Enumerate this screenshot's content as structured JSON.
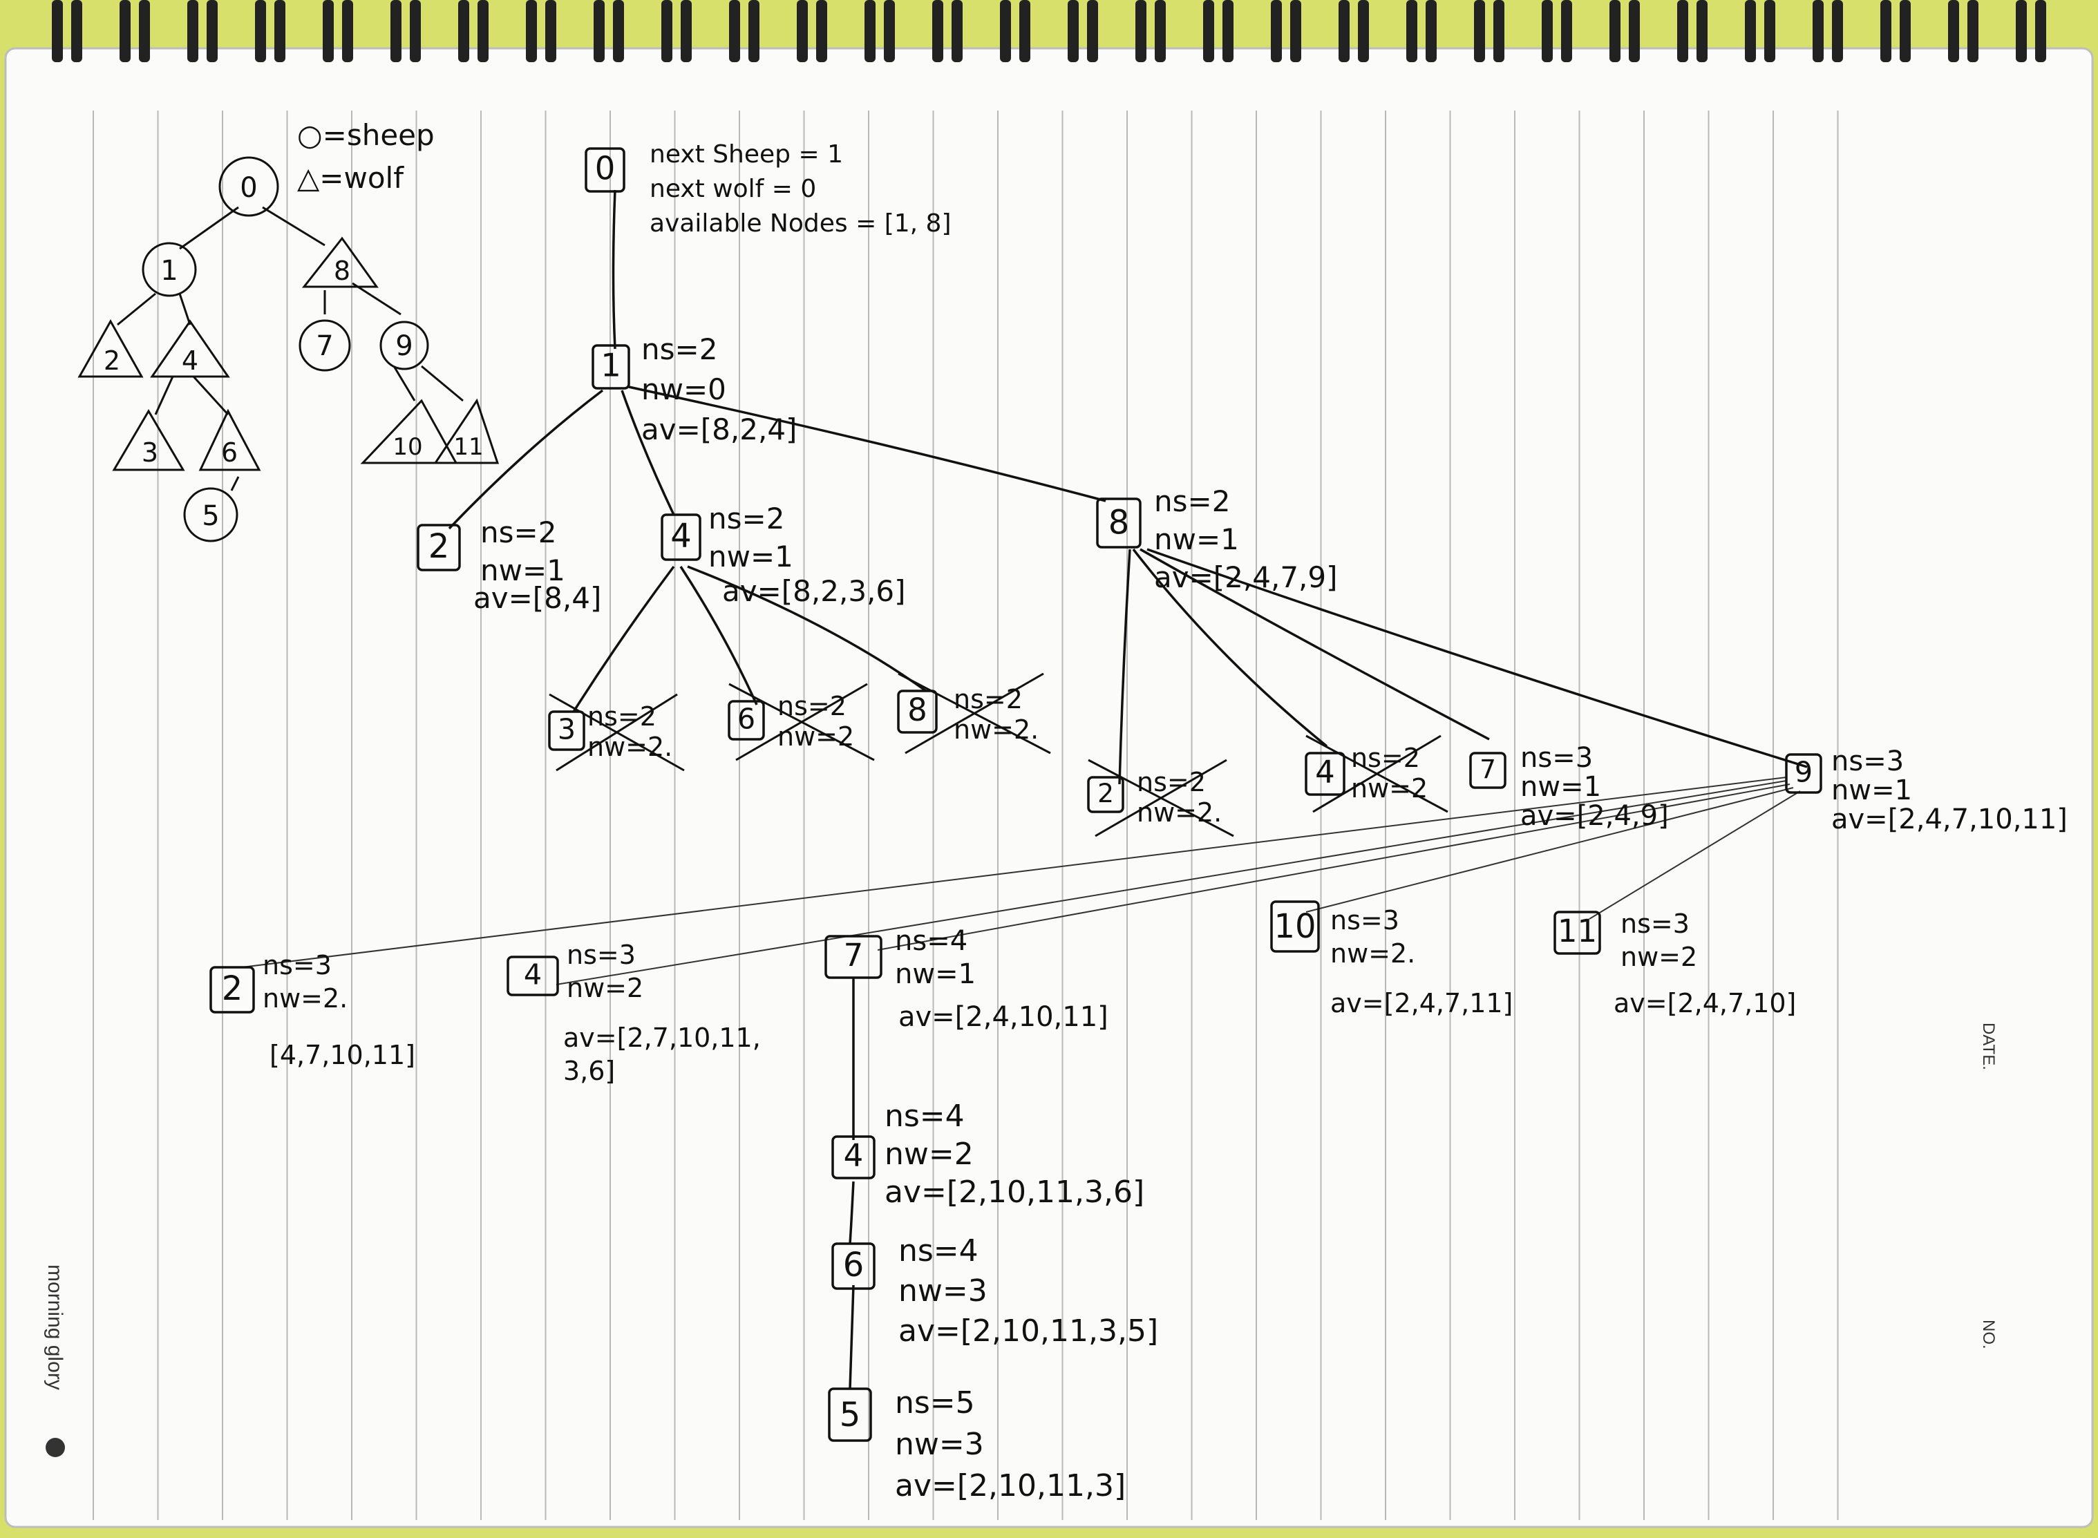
{
  "notebook": {
    "brand": "morning glory",
    "date_label": "DATE.",
    "no_label": "NO."
  },
  "legend": {
    "sheep": "○=sheep",
    "wolf": "△=wolf"
  },
  "left_tree": {
    "sheep_nodes": [
      "0",
      "1",
      "7",
      "9",
      "5"
    ],
    "wolf_nodes": [
      "8",
      "2",
      "4",
      "3",
      "6",
      "10",
      "11"
    ]
  },
  "search_tree": {
    "root": {
      "node": "0",
      "lines": [
        "next Sheep = 1",
        "next wolf = 0",
        "available Nodes = [1, 8]"
      ]
    },
    "level1": {
      "node": "1",
      "lines": [
        "ns=2",
        "nw=0",
        "av=[8,2,4]"
      ]
    },
    "level2": [
      {
        "node": "2",
        "lines": [
          "ns=2",
          "nw=1",
          "av=[8,4]"
        ]
      },
      {
        "node": "4",
        "lines": [
          "ns=2",
          "nw=1",
          "av=[8,2,3,6]"
        ]
      },
      {
        "node": "8",
        "lines": [
          "ns=2",
          "nw=1",
          "av=[2,4,7,9]"
        ]
      }
    ],
    "pruned_under_4": [
      {
        "node": "3",
        "lines": [
          "ns=2",
          "nw=2."
        ]
      },
      {
        "node": "6",
        "lines": [
          "ns=2",
          "nw=2"
        ]
      },
      {
        "node": "8",
        "lines": [
          "ns=2",
          "nw=2."
        ]
      }
    ],
    "pruned_under_8": [
      {
        "node": "2",
        "lines": [
          "ns=2",
          "nw=2."
        ]
      },
      {
        "node": "4",
        "lines": [
          "ns=2",
          "nw=2"
        ]
      }
    ],
    "level3": [
      {
        "node": "7",
        "lines": [
          "ns=3",
          "nw=1",
          "av=[2,4,9]"
        ]
      },
      {
        "node": "9",
        "lines": [
          "ns=3",
          "nw=1",
          "av=[2,4,7,10,11]"
        ]
      }
    ],
    "level4": [
      {
        "node": "2",
        "lines": [
          "ns=3",
          "nw=2.",
          "[4,7,10,11]"
        ]
      },
      {
        "node": "4",
        "lines": [
          "ns=3",
          "nw=2",
          "av=[2,7,10,11,",
          "3,6]"
        ]
      },
      {
        "node": "7",
        "lines": [
          "ns=4",
          "nw=1",
          "av=[2,4,10,11]"
        ]
      },
      {
        "node": "10",
        "lines": [
          "ns=3",
          "nw=2.",
          "av=[2,4,7,11]"
        ]
      },
      {
        "node": "11",
        "lines": [
          "ns=3",
          "nw=2",
          "av=[2,4,7,10]"
        ]
      }
    ],
    "chain": [
      {
        "node": "4",
        "lines": [
          "ns=4",
          "nw=2",
          "av=[2,10,11,3,6]"
        ]
      },
      {
        "node": "6",
        "lines": [
          "ns=4",
          "nw=3",
          "av=[2,10,11,3,5]"
        ]
      },
      {
        "node": "5",
        "lines": [
          "ns=5",
          "nw=3",
          "av=[2,10,11,3]"
        ]
      }
    ]
  }
}
